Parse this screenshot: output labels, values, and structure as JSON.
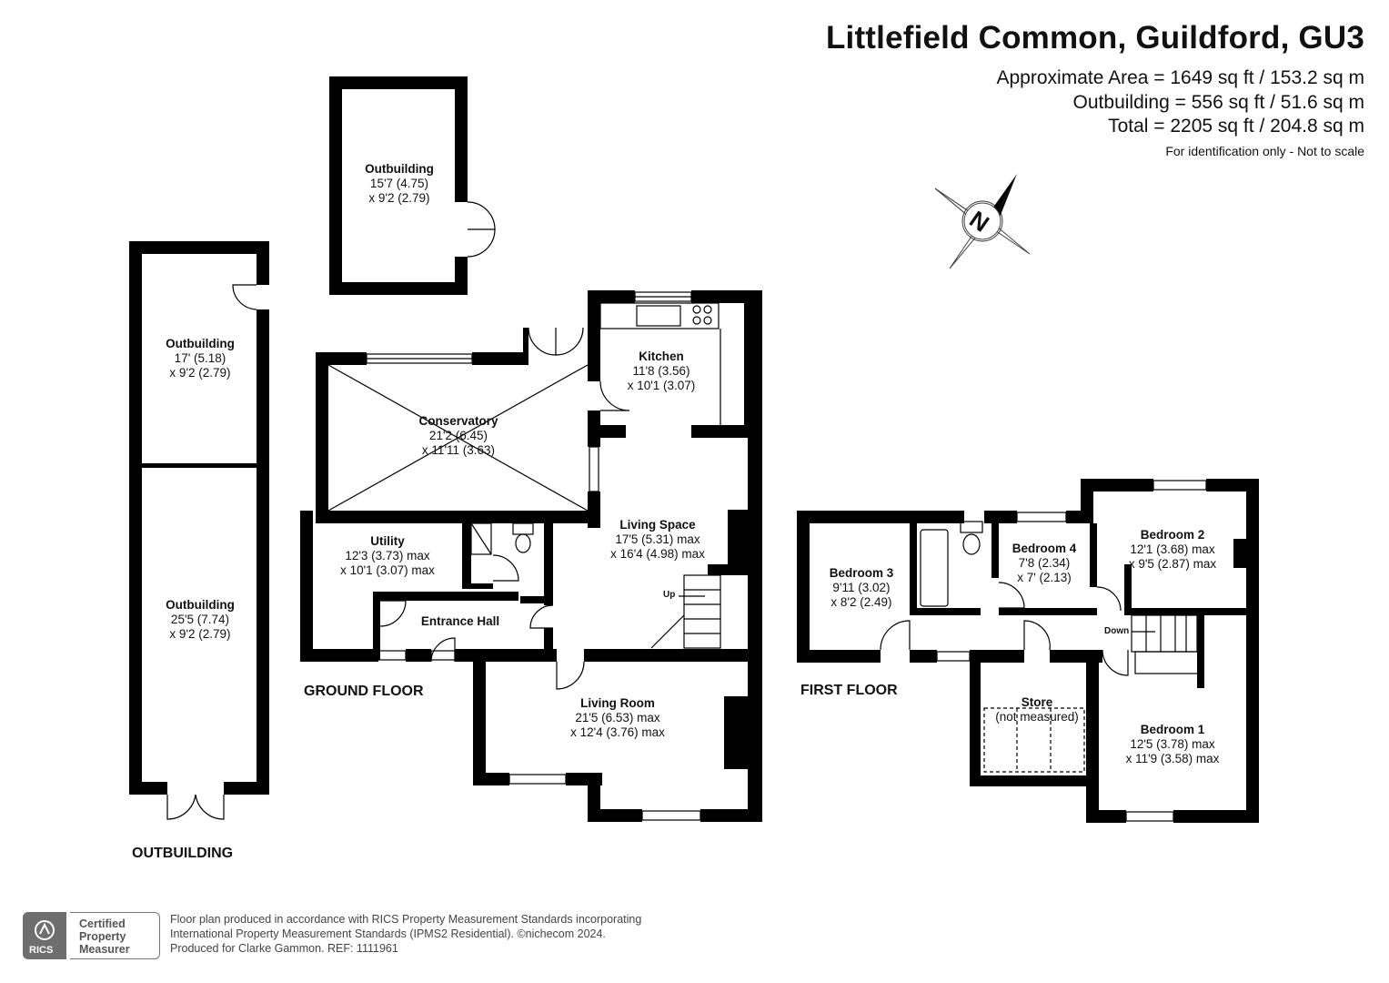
{
  "header": {
    "title": "Littlefield Common, Guildford, GU3",
    "area_line_1": "Approximate Area = 1649 sq ft / 153.2 sq m",
    "area_line_2": "Outbuilding = 556 sq ft / 51.6 sq m",
    "area_line_3": "Total = 2205 sq ft / 204.8 sq m",
    "note": "For identification only - Not to scale"
  },
  "compass": {
    "label": "N"
  },
  "floors": {
    "outbuilding": "OUTBUILDING",
    "ground": "GROUND FLOOR",
    "first": "FIRST FLOOR"
  },
  "rooms": {
    "outbuilding_top": {
      "name": "Outbuilding",
      "dim1": "15'7 (4.75)",
      "dim2": "x 9'2 (2.79)"
    },
    "outbuilding_upper": {
      "name": "Outbuilding",
      "dim1": "17' (5.18)",
      "dim2": "x 9'2 (2.79)"
    },
    "outbuilding_lower": {
      "name": "Outbuilding",
      "dim1": "25'5 (7.74)",
      "dim2": "x 9'2 (2.79)"
    },
    "conservatory": {
      "name": "Conservatory",
      "dim1": "21'2 (6.45)",
      "dim2": "x 11'11 (3.63)"
    },
    "kitchen": {
      "name": "Kitchen",
      "dim1": "11'8 (3.56)",
      "dim2": "x 10'1 (3.07)"
    },
    "living_space": {
      "name": "Living Space",
      "dim1": "17'5 (5.31) max",
      "dim2": "x 16'4 (4.98) max"
    },
    "utility": {
      "name": "Utility",
      "dim1": "12'3 (3.73) max",
      "dim2": "x 10'1 (3.07) max"
    },
    "entrance_hall": {
      "name": "Entrance Hall"
    },
    "living_room": {
      "name": "Living Room",
      "dim1": "21'5 (6.53) max",
      "dim2": "x 12'4 (3.76) max"
    },
    "bedroom_3": {
      "name": "Bedroom 3",
      "dim1": "9'11 (3.02)",
      "dim2": "x 8'2 (2.49)"
    },
    "bedroom_4": {
      "name": "Bedroom 4",
      "dim1": "7'8 (2.34)",
      "dim2": "x 7' (2.13)"
    },
    "bedroom_2": {
      "name": "Bedroom 2",
      "dim1": "12'1 (3.68) max",
      "dim2": "x 9'5 (2.87) max"
    },
    "store": {
      "name": "Store",
      "dim1": "(not measured)"
    },
    "bedroom_1": {
      "name": "Bedroom 1",
      "dim1": "12'5 (3.78) max",
      "dim2": "x 11'9 (3.58) max"
    }
  },
  "stairs": {
    "up": "Up",
    "down": "Down"
  },
  "footer": {
    "line_1": "Floor plan produced in accordance with RICS Property Measurement Standards incorporating",
    "line_2": "International Property Measurement Standards (IPMS2 Residential).  ©nichecom 2024.",
    "line_3": "Produced for Clarke Gammon.   REF: 1111961"
  },
  "badge": {
    "org": "RICS",
    "line_1": "Certified",
    "line_2": "Property",
    "line_3": "Measurer"
  },
  "colors": {
    "wall": "#000000",
    "text": "#111111",
    "badge_grey": "#6e6e6e"
  }
}
